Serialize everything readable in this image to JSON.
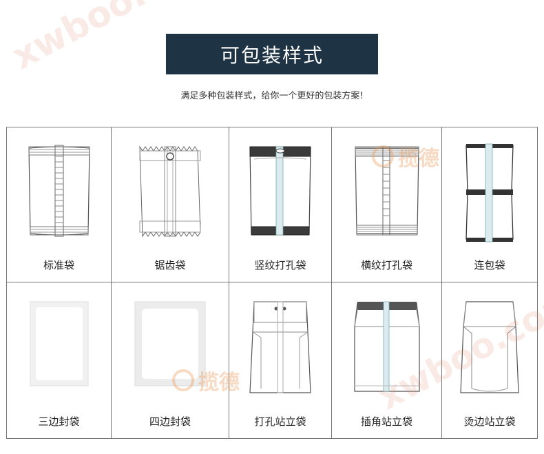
{
  "watermark_text": "xwboo.com",
  "logo_text": "揽德",
  "title": "可包装样式",
  "subtitle": "满足多种包装样式，给你一个更好的包装方案!",
  "styles": [
    {
      "label": "标准袋",
      "icon": "standard-bag-icon"
    },
    {
      "label": "锯齿袋",
      "icon": "serrated-bag-icon"
    },
    {
      "label": "竖纹打孔袋",
      "icon": "vertical-punched-bag-icon"
    },
    {
      "label": "横纹打孔袋",
      "icon": "horizontal-punched-bag-icon"
    },
    {
      "label": "连包袋",
      "icon": "linked-bag-icon"
    },
    {
      "label": "三边封袋",
      "icon": "three-side-seal-bag-icon"
    },
    {
      "label": "四边封袋",
      "icon": "four-side-seal-bag-icon"
    },
    {
      "label": "打孔站立袋",
      "icon": "punched-stand-up-bag-icon"
    },
    {
      "label": "插角站立袋",
      "icon": "gusset-stand-up-bag-icon"
    },
    {
      "label": "烫边站立袋",
      "icon": "hot-edge-stand-up-bag-icon"
    }
  ]
}
